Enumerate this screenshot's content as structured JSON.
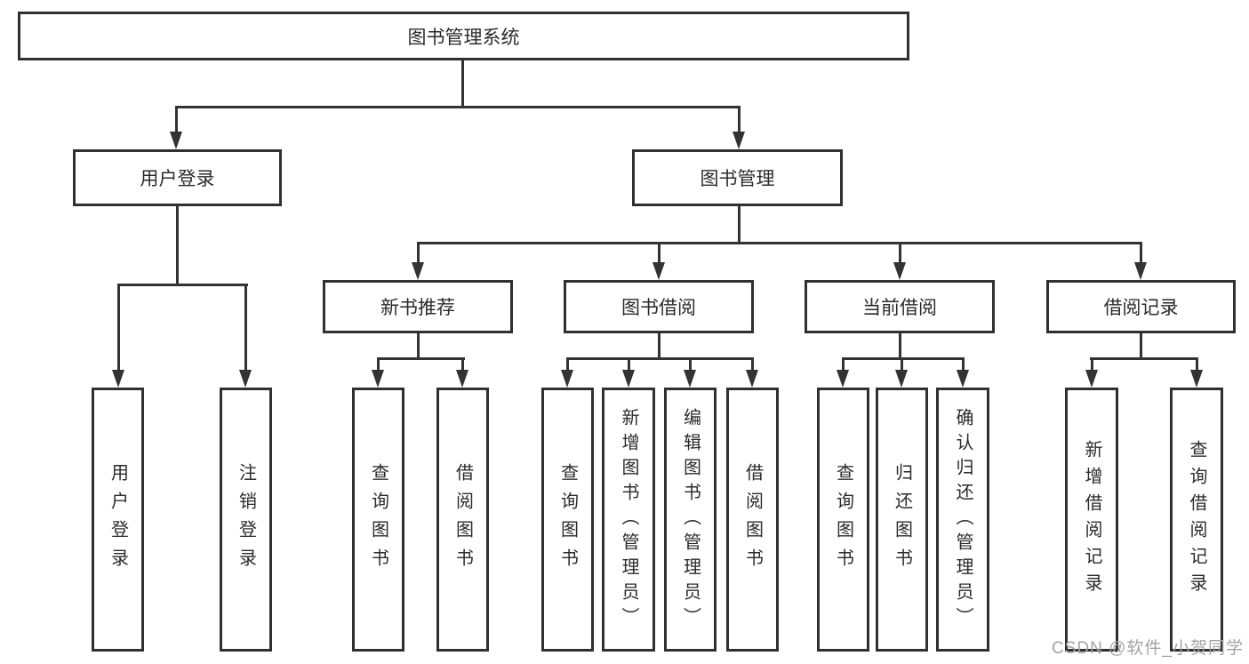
{
  "nodes": {
    "root": {
      "label": "图书管理系统"
    },
    "user_login": {
      "label": "用户登录"
    },
    "book_mgmt": {
      "label": "图书管理"
    },
    "new_book_rec": {
      "label": "新书推荐"
    },
    "book_borrow": {
      "label": "图书借阅"
    },
    "current_borrow": {
      "label": "当前借阅"
    },
    "borrow_record": {
      "label": "借阅记录"
    },
    "leaf_user_login": {
      "label": "用户登录"
    },
    "leaf_logout": {
      "label": "注销登录"
    },
    "leaf_query_book_rec": {
      "label": "查询图书"
    },
    "leaf_borrow_book_rec": {
      "label": "借阅图书"
    },
    "leaf_query_book_borrow": {
      "label": "查询图书"
    },
    "leaf_add_book": {
      "label": "新增图书（管理员）"
    },
    "leaf_edit_book": {
      "label": "编辑图书（管理员）"
    },
    "leaf_borrow_book": {
      "label": "借阅图书"
    },
    "leaf_query_current": {
      "label": "查询图书"
    },
    "leaf_return_book": {
      "label": "归还图书"
    },
    "leaf_confirm_return": {
      "label": "确认归还（管理员）"
    },
    "leaf_add_record": {
      "label": "新增借阅记录"
    },
    "leaf_query_record": {
      "label": "查询借阅记录"
    }
  },
  "hierarchy": {
    "图书管理系统": {
      "用户登录": [
        "用户登录",
        "注销登录"
      ],
      "图书管理": {
        "新书推荐": [
          "查询图书",
          "借阅图书"
        ],
        "图书借阅": [
          "查询图书",
          "新增图书（管理员）",
          "编辑图书（管理员）",
          "借阅图书"
        ],
        "当前借阅": [
          "查询图书",
          "归还图书",
          "确认归还（管理员）"
        ],
        "借阅记录": [
          "新增借阅记录",
          "查询借阅记录"
        ]
      }
    }
  },
  "watermark": {
    "text": "CSDN @软件_小贺同学"
  },
  "colors": {
    "line": "#333333",
    "box_border": "#303030",
    "text": "#2b2b2b",
    "watermark": "#a3a3a3",
    "background": "#ffffff"
  }
}
